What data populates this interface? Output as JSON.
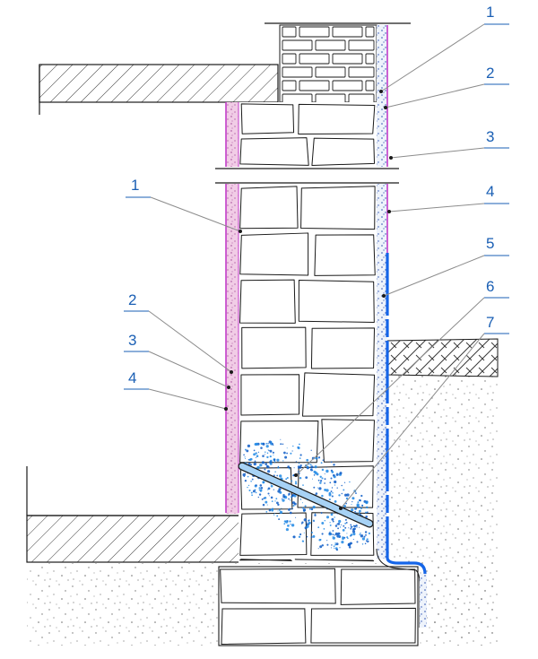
{
  "colors": {
    "outline": "#1a1a1a",
    "mortar": "#8a8a8a",
    "hatch": "#3a3a3a",
    "soil": "#6e6e6e",
    "membrane_magenta": "#c23cc8",
    "plaster_pink": "#f1cce6",
    "waterproof_blue": "#1565e8",
    "injection_blue": "#1e88e5",
    "label_blue": "#1a5fb4",
    "leader": "#8c8c8c",
    "background": "#ffffff"
  },
  "layer_callouts": {
    "right": [
      "1",
      "2",
      "3",
      "4",
      "5",
      "6",
      "7"
    ],
    "left": [
      "1",
      "2",
      "3",
      "4"
    ]
  },
  "icons": {
    "soil": "stipple-fill",
    "ground": "diagonal-hatch",
    "slab": "diagonal-hatch",
    "wall": "stone-block-pattern",
    "upper_wall": "brick-pattern"
  }
}
